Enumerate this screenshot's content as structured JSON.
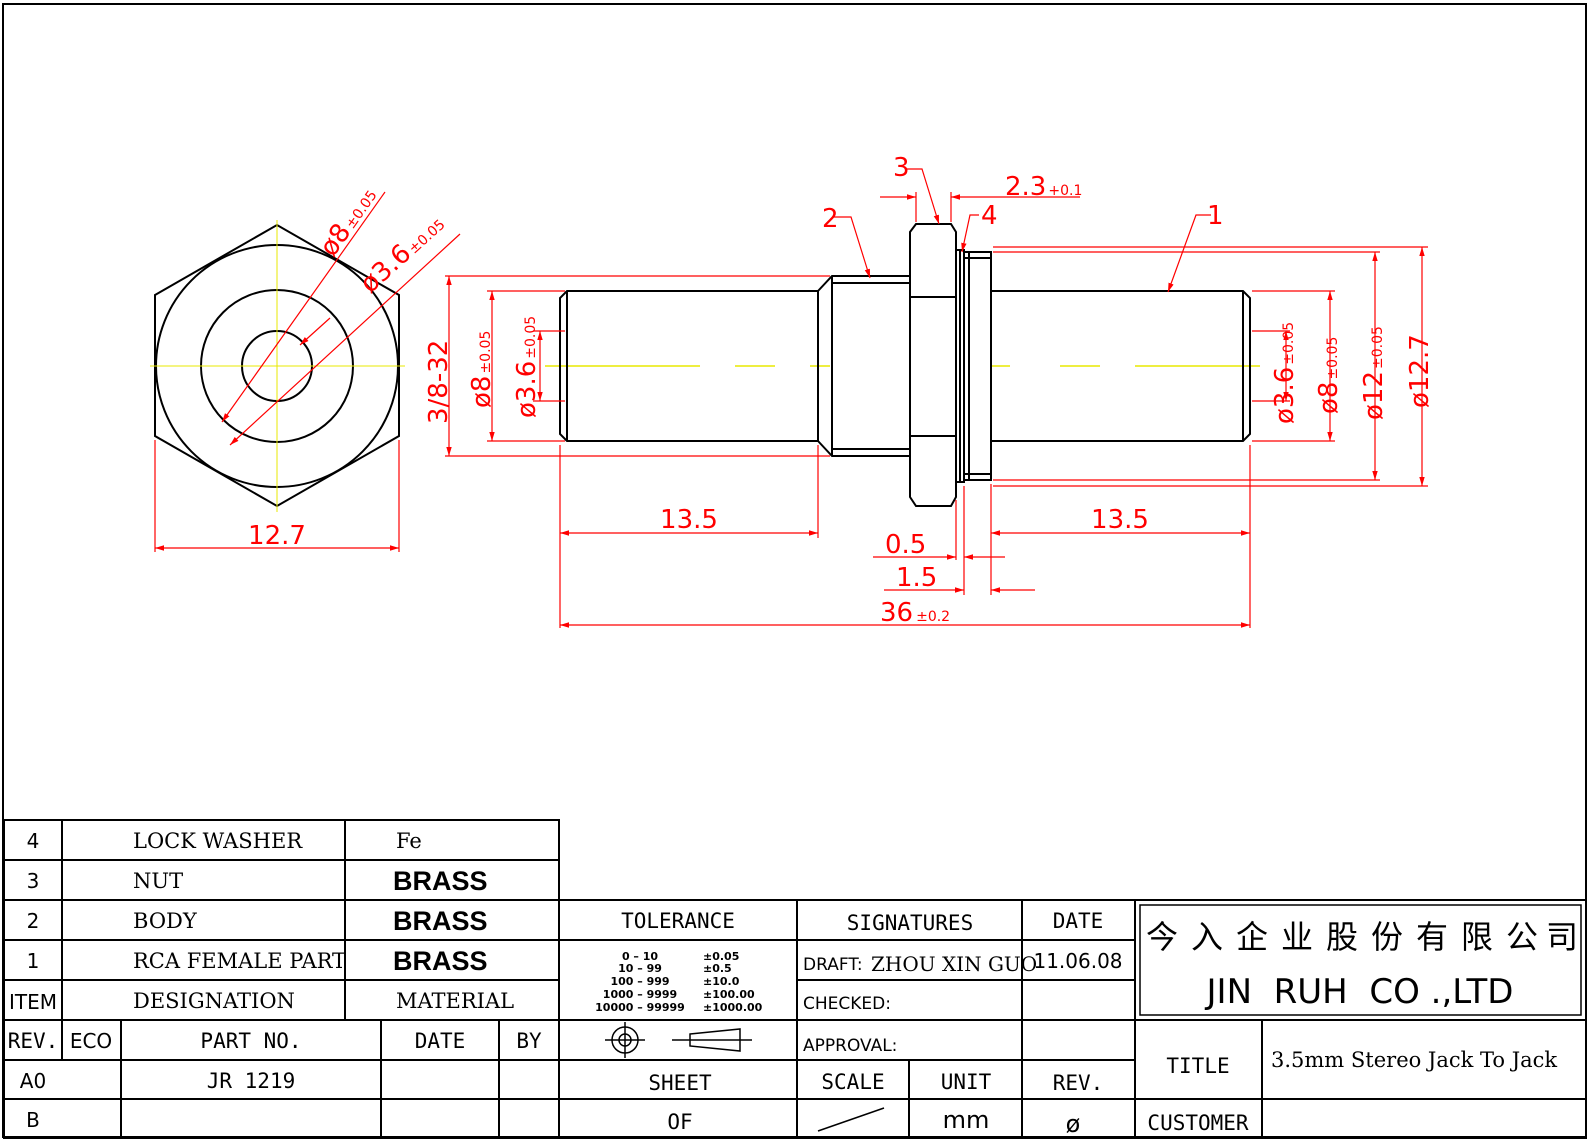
{
  "drawing": {
    "hex_view": {
      "width_dim": "12.7",
      "outer_dia": "ø8",
      "outer_tol": "±0.05",
      "inner_dia": "ø3.6",
      "inner_tol": "±0.05"
    },
    "side_view": {
      "callouts": [
        "1",
        "2",
        "3",
        "4"
      ],
      "thread": "3/8-32",
      "left_outer": "ø8",
      "left_outer_tol": "±0.05",
      "left_inner": "ø3.6",
      "left_inner_tol": "±0.05",
      "right_inner": "ø3.6",
      "right_inner_tol": "±0.05",
      "right_outer": "ø8",
      "right_outer_tol": "±0.05",
      "washer_dia": "ø12",
      "washer_tol": "±0.05",
      "flange_dia": "ø12.7",
      "nut_thickness": "2.3",
      "nut_tol": "+0.1",
      "left_length": "13.5",
      "right_length": "13.5",
      "washer_gap": "0.5",
      "flange_width": "1.5",
      "total_length": "36",
      "total_tol": "±0.2"
    }
  },
  "bom": {
    "rows": [
      {
        "item": "4",
        "designation": "LOCK WASHER",
        "material": "Fe"
      },
      {
        "item": "3",
        "designation": "NUT",
        "material": "BRASS"
      },
      {
        "item": "2",
        "designation": "BODY",
        "material": "BRASS"
      },
      {
        "item": "1",
        "designation": "RCA FEMALE PART",
        "material": "BRASS"
      }
    ],
    "header": {
      "item": "ITEM",
      "designation": "DESIGNATION",
      "material": "MATERIAL"
    }
  },
  "revision": {
    "headers": {
      "rev": "REV.",
      "eco": "ECO",
      "part_no": "PART NO.",
      "date": "DATE",
      "by": "BY"
    },
    "rows": [
      {
        "rev": "A0",
        "part_no": "JR 1219"
      },
      {
        "rev": "B",
        "part_no": ""
      }
    ]
  },
  "tolerance": {
    "title": "TOLERANCE",
    "ranges": [
      "0  –  10",
      "10  –  99",
      "100  –  999",
      "1000  –  9999",
      "10000  –  99999"
    ],
    "values": [
      "±0.05",
      "±0.5",
      "±10.0",
      "±100.00",
      "±1000.00"
    ],
    "sheet_label": "SHEET",
    "of_label": "OF"
  },
  "signatures": {
    "title": "SIGNATURES",
    "date_label": "DATE",
    "draft_label": "DRAFT:",
    "draft_name": "ZHOU XIN GUO",
    "draft_date": "11.06.08",
    "checked_label": "CHECKED:",
    "approval_label": "APPROVAL:"
  },
  "meta": {
    "scale_label": "SCALE",
    "unit_label": "UNIT",
    "unit_value": "mm",
    "rev_label": "REV.",
    "rev_value": "ø"
  },
  "company": {
    "chinese_chars": [
      "今",
      "入",
      "企",
      "业",
      "股",
      "份",
      "有",
      "限",
      "公",
      "司"
    ],
    "english": "JIN  RUH  CO .,LTD"
  },
  "title_block": {
    "title_label": "TITLE",
    "title_value": "3.5mm Stereo Jack To Jack",
    "customer_label": "CUSTOMER"
  }
}
